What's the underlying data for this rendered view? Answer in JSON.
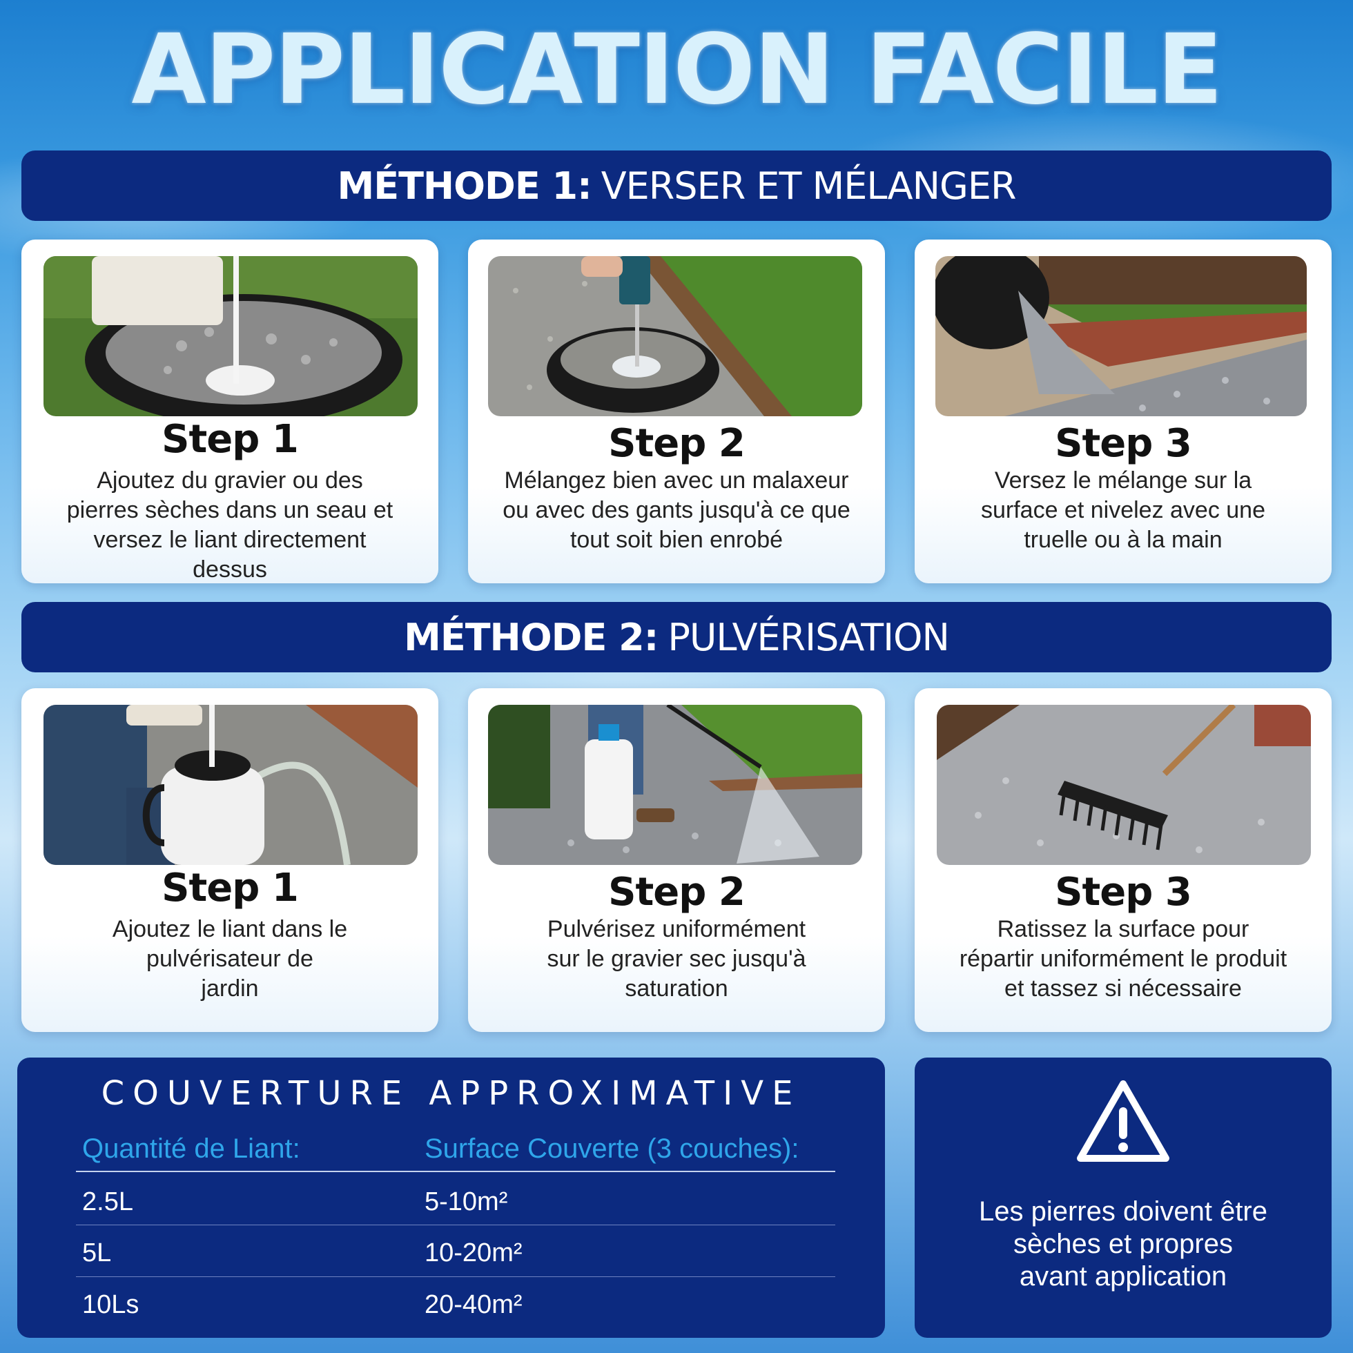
{
  "title": "APPLICATION FACILE",
  "method1": {
    "label": "MÉTHODE 1:",
    "name": "VERSER ET MÉLANGER",
    "steps": [
      {
        "title": "Step 1",
        "desc": [
          "Ajoutez du gravier ou des",
          "pierres sèches dans un seau et",
          "versez le liant directement",
          "dessus"
        ]
      },
      {
        "title": "Step 2",
        "desc": [
          "Mélangez bien avec un malaxeur",
          "ou avec des gants jusqu'à ce que",
          "tout soit bien enrobé"
        ]
      },
      {
        "title": "Step 3",
        "desc": [
          "Versez le mélange sur la",
          "surface et nivelez avec une",
          "truelle ou à la main"
        ]
      }
    ]
  },
  "method2": {
    "label": "MÉTHODE 2:",
    "name": "PULVÉRISATION",
    "steps": [
      {
        "title": "Step 1",
        "desc": [
          "Ajoutez le liant dans le",
          "pulvérisateur de",
          "jardin"
        ]
      },
      {
        "title": "Step 2",
        "desc": [
          "Pulvérisez uniformément",
          "sur le gravier sec jusqu'à",
          "saturation"
        ]
      },
      {
        "title": "Step 3",
        "desc": [
          "Ratissez la surface pour",
          "répartir uniformément le produit",
          "et tassez si nécessaire"
        ]
      }
    ]
  },
  "coverage": {
    "title": "COUVERTURE APPROXIMATIVE",
    "headers": [
      "Quantité de Liant:",
      "Surface Couverte (3 couches):"
    ],
    "rows": [
      [
        "2.5L",
        "5-10m²"
      ],
      [
        "5L",
        "10-20m²"
      ],
      [
        "10Ls",
        "20-40m²"
      ]
    ]
  },
  "warning": {
    "icon": "warning-triangle-icon",
    "lines": [
      "Les pierres doivent être",
      "sèches et propres",
      "avant application"
    ]
  },
  "colors": {
    "banner": "#0c2a80",
    "accent": "#2fa6ea",
    "title": "#d9f1fc"
  }
}
